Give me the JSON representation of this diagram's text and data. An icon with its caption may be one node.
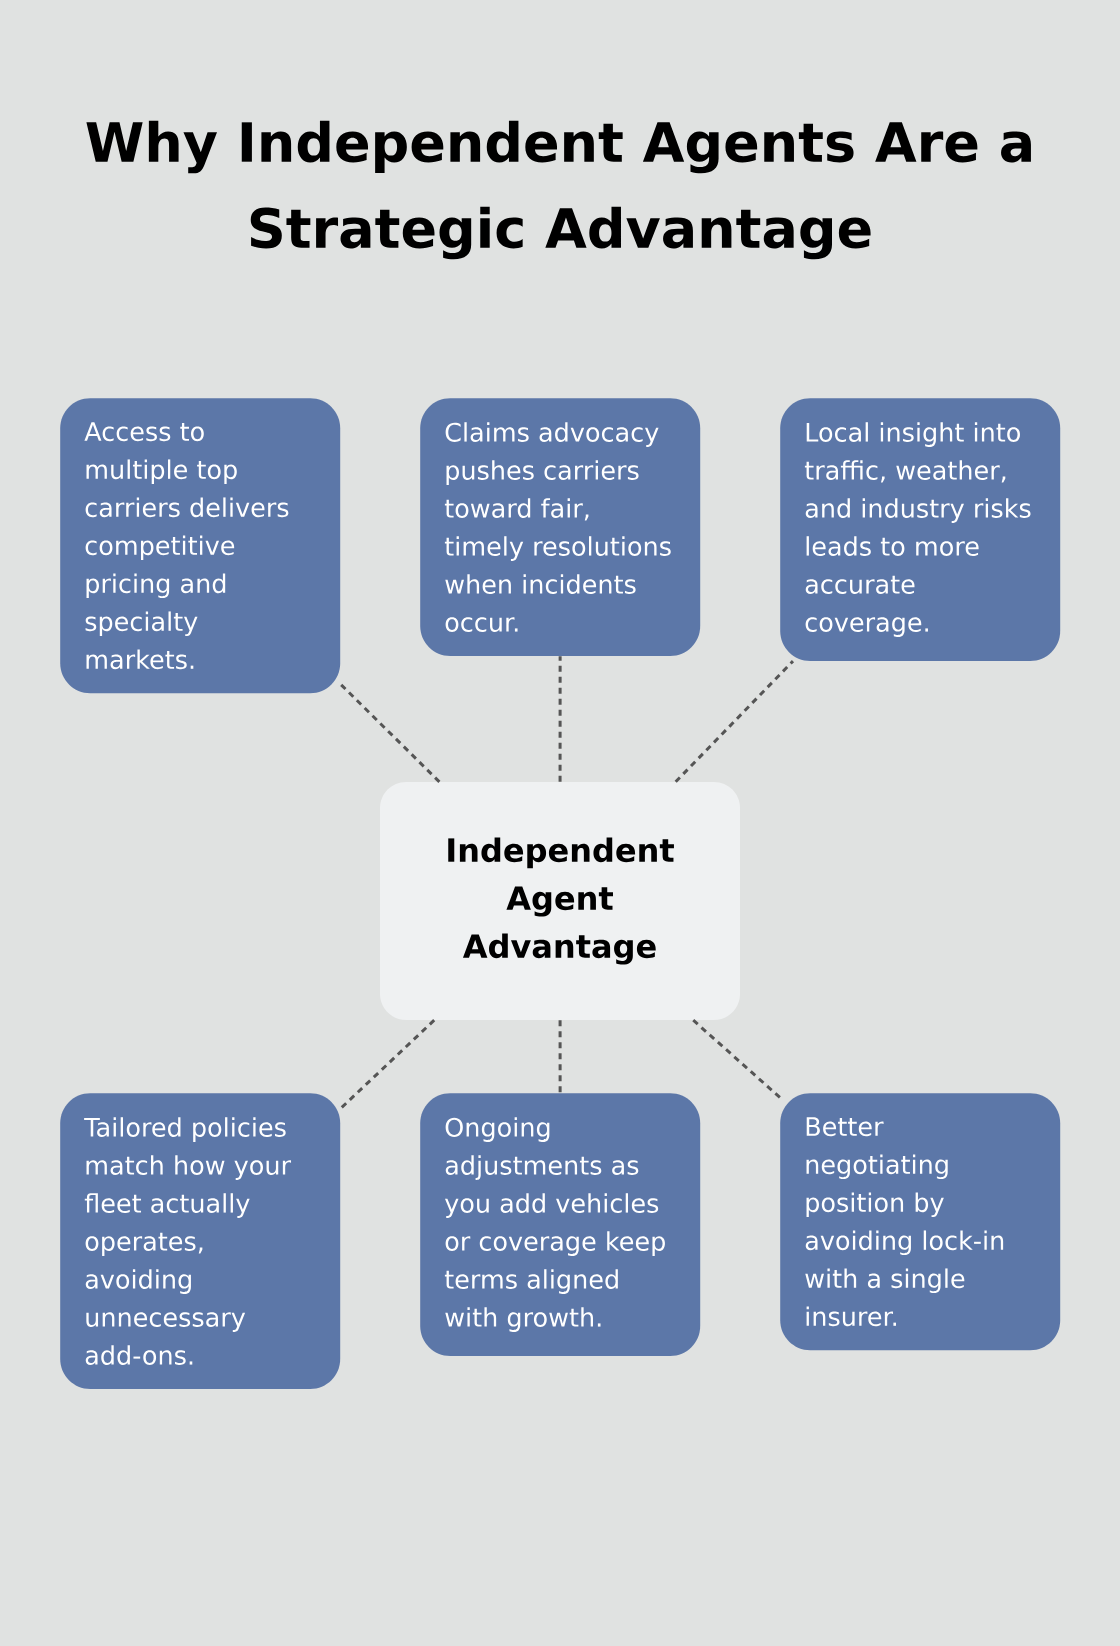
{
  "diagram": {
    "title": "Why Independent Agents Are a Strategic Advantage",
    "nodes": [
      {
        "text": [
          "Access to multiple top carriers delivers competitive pricing and specialty markets."
        ]
      },
      {
        "text": [
          "Claims advocacy pushes carriers toward fair, timely resolutions when incidents occur."
        ]
      },
      {
        "text": [
          "Local insight into traffic, weather, and industry risks leads to more accurate coverage."
        ]
      },
      {
        "text": [
          "Independent Agent Advantage"
        ]
      },
      {
        "text": [
          "Tailored policies match how your fleet actually operates, avoiding unnecessary add-ons."
        ]
      },
      {
        "text": [
          "Ongoing adjustments as you add vehicles or coverage keep terms aligned with growth."
        ]
      },
      {
        "text": [
          "Better negotiating position by avoiding lock-in with a single insurer."
        ]
      }
    ],
    "edges": [
      {
        "from": 3,
        "to": 0,
        "arrow": "none",
        "style": "dashed"
      },
      {
        "from": 3,
        "to": 1,
        "arrow": "none",
        "style": "dashed"
      },
      {
        "from": 3,
        "to": 2,
        "arrow": "none",
        "style": "dashed"
      },
      {
        "from": 3,
        "to": 4,
        "arrow": "none",
        "style": "dashed"
      },
      {
        "from": 3,
        "to": 5,
        "arrow": "none",
        "style": "dashed"
      },
      {
        "from": 3,
        "to": 6,
        "arrow": "none",
        "style": "dashed"
      }
    ]
  }
}
